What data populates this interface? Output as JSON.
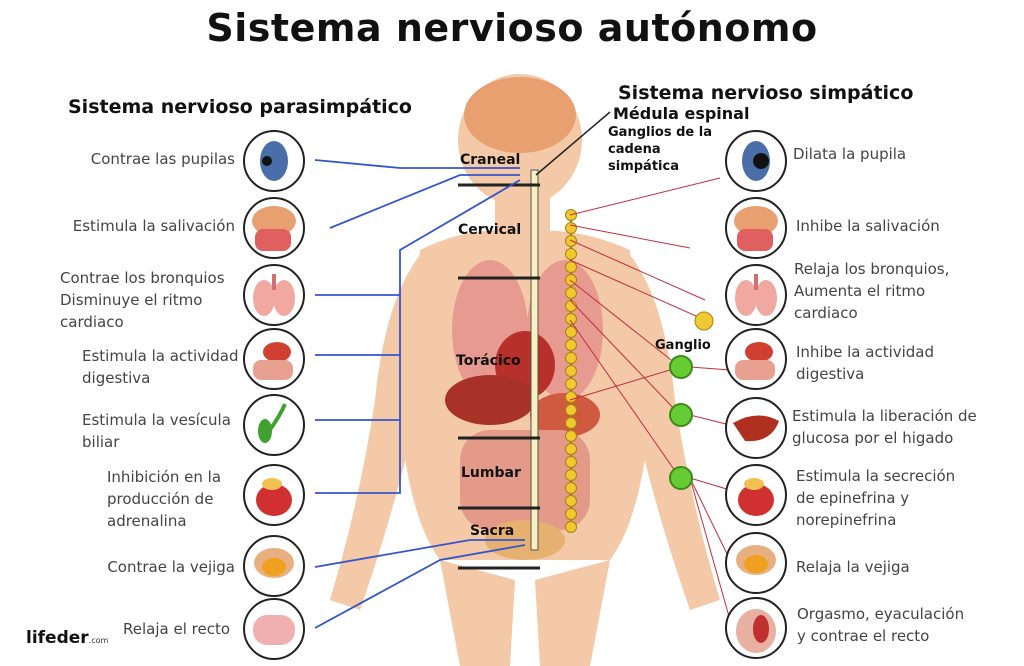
{
  "title": "Sistema nervioso autónomo",
  "parasympathetic": {
    "heading": "Sistema nervioso parasimpático",
    "items": [
      {
        "label": "Contrae las pupilas",
        "icon": "eye-icon"
      },
      {
        "label": "Estimula la salivación",
        "icon": "head-icon"
      },
      {
        "label": "Contrae los bronquios\nDisminuye el ritmo\ncardiaco",
        "icon": "lungs-icon"
      },
      {
        "label": "Estimula la actividad\ndigestiva",
        "icon": "stomach-icon"
      },
      {
        "label": "Estimula la vesícula\nbiliar",
        "icon": "gallbladder-icon"
      },
      {
        "label": "Inhibición en la\nproducción de\nadrenalina",
        "icon": "kidney-icon"
      },
      {
        "label": "Contrae la vejiga",
        "icon": "bladder-icon"
      },
      {
        "label": "Relaja el recto",
        "icon": "rectum-icon"
      }
    ]
  },
  "sympathetic": {
    "heading": "Sistema nervioso simpático",
    "items": [
      {
        "label": "Dilata la pupila",
        "icon": "eye-icon"
      },
      {
        "label": "Inhibe la salivación",
        "icon": "head-icon"
      },
      {
        "label": "Relaja los bronquios,\nAumenta el ritmo\ncardiaco",
        "icon": "lungs-icon"
      },
      {
        "label": "Inhibe la actividad\ndigestiva",
        "icon": "stomach-icon"
      },
      {
        "label": "Estimula la liberación de\nglucosa por el higado",
        "icon": "liver-icon"
      },
      {
        "label": "Estimula la secreción\nde epinefrina y\nnorepinefrina",
        "icon": "kidney-icon"
      },
      {
        "label": "Relaja la vejiga",
        "icon": "bladder-icon"
      },
      {
        "label": "Orgasmo, eyaculación\ny contrae el recto",
        "icon": "genital-icon"
      }
    ]
  },
  "center": {
    "spinal_cord": "Médula espinal",
    "chain_ganglia": "Ganglios de la\ncadena\nsimpática",
    "ganglion": "Ganglio",
    "regions": [
      "Craneal",
      "Cervical",
      "Torácico",
      "Lumbar",
      "Sacra"
    ]
  },
  "logo": {
    "main": "lifeder",
    "sub": ".com"
  },
  "colors": {
    "parasympathetic": "#3355cc",
    "sympathetic": "#c03040",
    "ganglion": "#66cc33",
    "cord": "#e8c020"
  }
}
